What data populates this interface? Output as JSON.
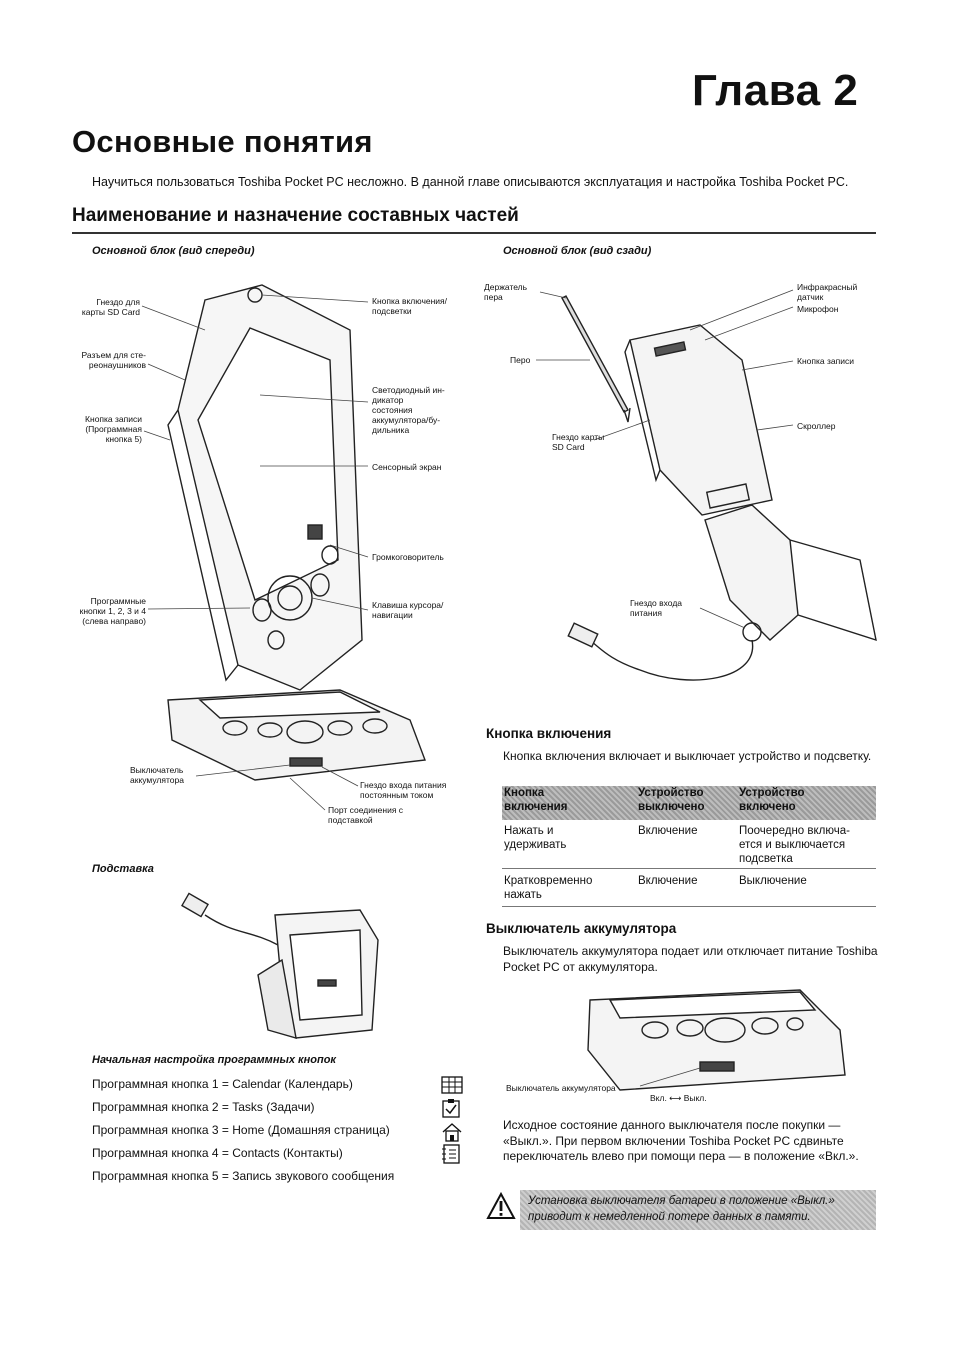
{
  "chapter": "Глава 2",
  "title": "Основные понятия",
  "intro": "Научиться пользоваться Toshiba Pocket PC несложно. В данной главе описываются эксплуатация и настройка Toshiba Pocket PC.",
  "section_title": "Наименование и назначение составных частей",
  "front": {
    "caption": "Основной блок (вид спереди)",
    "labels": {
      "sd_slot": "Гнездо для\nкарты SD Card",
      "headphone": "Разъем для сте-\nреонаушников",
      "record_btn": "Кнопка записи\n(Программная\nкнопка 5)",
      "prog_btns": "Программные\nкнопки 1, 2, 3 и 4\n(слева направо)",
      "power_btn": "Кнопка включения/\nподсветки",
      "led": "Светодиодный ин-\nдикатор\nсостояния\nаккумулятора/бу-\nдильника",
      "touch": "Сенсорный экран",
      "speaker": "Громкоговоритель",
      "cursor": "Клавиша курсора/\nнавигации",
      "battery_switch": "Выключатель\nаккумулятора",
      "dc_in": "Гнездо входа питания\nпостоянным током",
      "cradle_port": "Порт соединения с\nподставкой"
    }
  },
  "back": {
    "caption": "Основной блок (вид сзади)",
    "labels": {
      "stylus_holder": "Держатель\nпера",
      "stylus": "Перо",
      "sd_slot": "Гнездо карты\nSD Card",
      "ir": "Инфракрасный\nдатчик",
      "mic": "Микрофон",
      "record_btn": "Кнопка записи",
      "scroller": "Скроллер",
      "power_in": "Гнездо входа\nпитания"
    }
  },
  "cradle": {
    "caption": "Подставка"
  },
  "prog_buttons": {
    "heading": "Начальная настройка программных кнопок",
    "items": [
      "Программная кнопка 1 = Calendar (Календарь)",
      "Программная кнопка 2 = Tasks (Задачи)",
      "Программная кнопка 3 = Home (Домашняя страница)",
      "Программная кнопка 4 = Contacts (Контакты)",
      "Программная кнопка 5 = Запись звукового сообщения"
    ],
    "icons": [
      "calendar-icon",
      "tasks-icon",
      "home-icon",
      "contacts-icon"
    ]
  },
  "power": {
    "heading": "Кнопка включения",
    "text": "Кнопка включения включает и выключает устройство и подсветку.",
    "table": {
      "headers": [
        "Кнопка\nвключения",
        "Устройство\nвыключено",
        "Устройство\nвключено"
      ],
      "rows": [
        [
          "Нажать и\nудерживать",
          "Включение",
          "Поочередно включа-\nется и выключается\nподсветка"
        ],
        [
          "Кратковременно\nнажать",
          "Включение",
          "Выключение"
        ]
      ]
    }
  },
  "battery": {
    "heading": "Выключатель аккумулятора",
    "text": "Выключатель аккумулятора подает или отключает питание Toshiba Pocket PC от аккумулятора.",
    "switch_label": "Выключатель аккумулятора",
    "on_off": "Вкл. ⟷ Выкл.",
    "text2": "Исходное состояние данного выключателя после покупки — «Выкл.». При первом включении Toshiba Pocket PC сдвиньте переключатель влево при помощи пера — в положение «Вкл.».",
    "warning": "Установка выключателя батареи в положение «Выкл.» приводит к немедленной потере данных в памяти."
  }
}
